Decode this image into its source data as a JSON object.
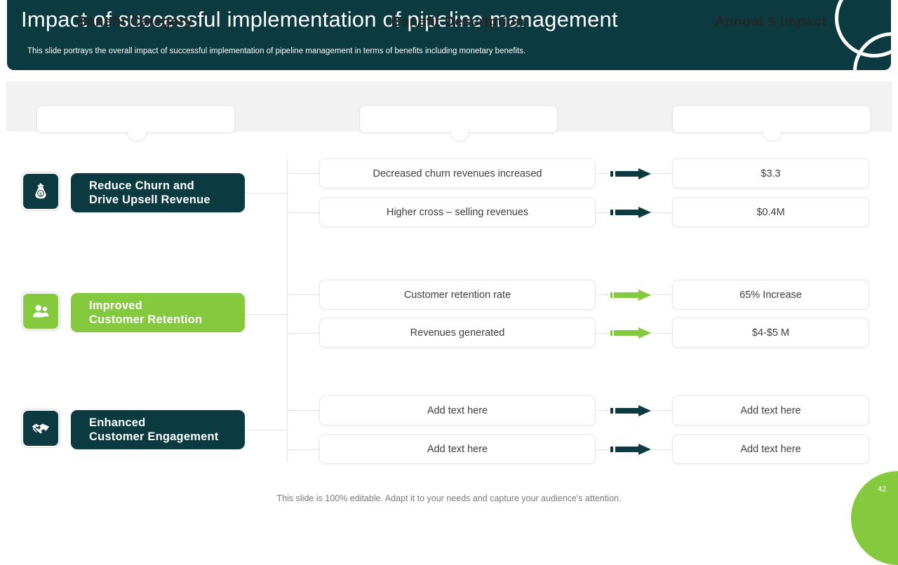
{
  "header": {
    "title": "Impact of successful implementation of pipeline management",
    "subtitle": "This slide portrays the overall impact of successful implementation of pipeline management in terms of benefits including monetary benefits.",
    "background_color": "#0C3A41",
    "ring_icon": "circle-outline-icon"
  },
  "columns": [
    {
      "label": "Benefit Category"
    },
    {
      "label": "Benefit Description"
    },
    {
      "label": "Annual $ Impact"
    }
  ],
  "rows": [
    {
      "icon": "money-bag-icon",
      "category": {
        "line1": "Reduce Churn and",
        "line2": "Drive Upsell Revenue"
      },
      "color": "#0C3A41",
      "theme": "dark",
      "items": [
        {
          "description": "Decreased churn  revenues  increased",
          "impact": "$3.3",
          "arrow": "arrow-right-icon"
        },
        {
          "description": "Higher cross – selling revenues",
          "impact": "$0.4M",
          "arrow": "arrow-right-icon"
        }
      ]
    },
    {
      "icon": "customers-icon",
      "category": {
        "line1": "Improved",
        "line2": "Customer Retention"
      },
      "color": "#85C93F",
      "theme": "green",
      "items": [
        {
          "description": "Customer retention rate",
          "impact": "65% Increase",
          "arrow": "arrow-right-icon"
        },
        {
          "description": "Revenues  generated",
          "impact": "$4-$5 M",
          "arrow": "arrow-right-icon"
        }
      ]
    },
    {
      "icon": "handshake-icon",
      "category": {
        "line1": "Enhanced",
        "line2": "Customer Engagement"
      },
      "color": "#0C3A41",
      "theme": "dark",
      "items": [
        {
          "description": "Add text here",
          "impact": "Add text here",
          "arrow": "arrow-right-icon"
        },
        {
          "description": "Add text here",
          "impact": "Add text here",
          "arrow": "arrow-right-icon"
        }
      ]
    }
  ],
  "footer": {
    "note": "This slide is 100% editable. Adapt it to your needs and capture your audience's attention.",
    "page_number": "42",
    "accent_color": "#85C93F"
  }
}
